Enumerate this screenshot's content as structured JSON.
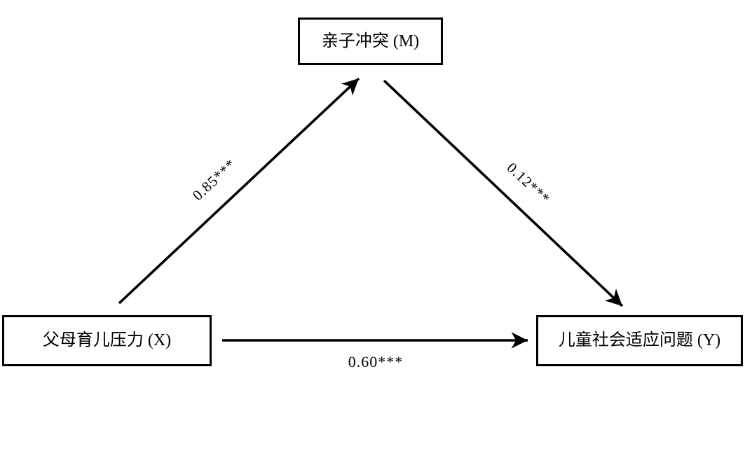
{
  "diagram": {
    "type": "mediation-path-model",
    "background_color": "#ffffff",
    "line_color": "#000000",
    "nodes": [
      {
        "id": "M",
        "role": "mediator",
        "label": "亲子冲突 (M)"
      },
      {
        "id": "X",
        "role": "predictor",
        "label": "父母育儿压力 (X)"
      },
      {
        "id": "Y",
        "role": "outcome",
        "label": "儿童社会适应问题 (Y)"
      }
    ],
    "paths": [
      {
        "from": "X",
        "to": "M",
        "coefficient": "0.85",
        "significance": "***",
        "label": "0.85***"
      },
      {
        "from": "M",
        "to": "Y",
        "coefficient": "0.12",
        "significance": "***",
        "label": "0.12***"
      },
      {
        "from": "X",
        "to": "Y",
        "coefficient": "0.60",
        "significance": "***",
        "label": "0.60***"
      }
    ]
  }
}
